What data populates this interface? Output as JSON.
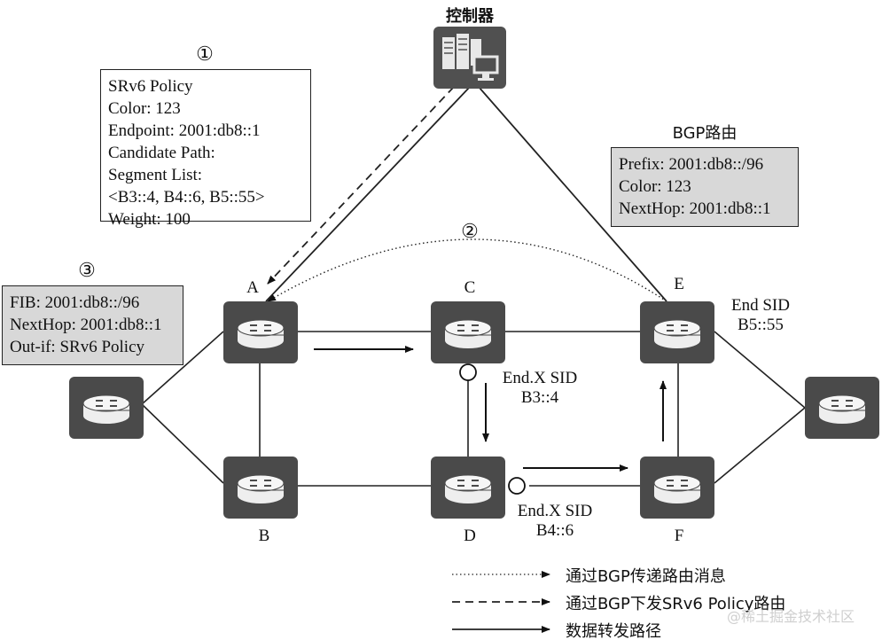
{
  "controller": {
    "title": "控制器"
  },
  "nodes": {
    "A": "A",
    "B": "B",
    "C": "C",
    "D": "D",
    "E": "E",
    "F": "F"
  },
  "markers": {
    "m1": "①",
    "m2": "②",
    "m3": "③"
  },
  "policy_box": {
    "lines": [
      "SRv6 Policy",
      "Color: 123",
      "Endpoint: 2001:db8::1",
      "Candidate Path:",
      "Segment List:",
      "<B3::4, B4::6, B5::55>",
      "Weight: 100"
    ]
  },
  "bgp_route": {
    "title": "BGP路由",
    "lines": [
      "Prefix: 2001:db8::/96",
      "Color: 123",
      "NextHop: 2001:db8::1"
    ]
  },
  "fib_box": {
    "lines": [
      "FIB: 2001:db8::/96",
      "NextHop: 2001:db8::1",
      "Out-if: SRv6 Policy"
    ]
  },
  "sids": {
    "e_end": [
      "End SID",
      "B5::55"
    ],
    "c_endx": [
      "End.X SID",
      "B3::4"
    ],
    "d_endx": [
      "End.X SID",
      "B4::6"
    ]
  },
  "legend": {
    "dotted": "通过BGP传递路由消息",
    "dashed": "通过BGP下发SRv6 Policy路由",
    "solid": "数据转发路径"
  },
  "watermark": "@稀土掘金技术社区"
}
